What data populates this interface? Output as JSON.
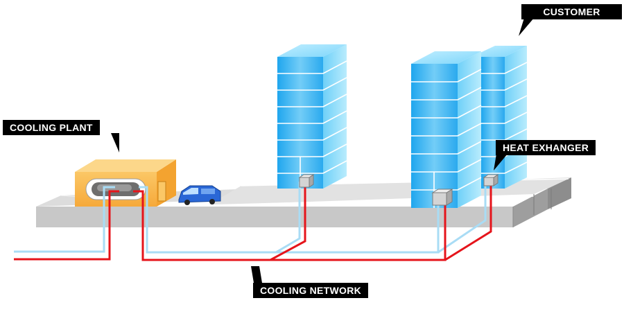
{
  "labels": {
    "cooling_plant": "COOLING PLANT",
    "customer": "CUSTOMER",
    "heat_exchanger": "HEAT EXHANGER",
    "cooling_network": "COOLING NETWORK"
  },
  "colors": {
    "supply_pipe": "#a9dcf5",
    "return_pipe": "#e5141b",
    "building_glass": "#3fb6ef",
    "plant_body": "#f9b94b",
    "ground": "#c9c9c9",
    "van": "#2a67d6",
    "label_bg": "#000000",
    "label_text": "#ffffff"
  },
  "icons": {
    "vehicle": "van-icon",
    "cooling_plant": "plant-building-icon",
    "towers": "tower-building-icon",
    "heat_exchanger": "heat-exchanger-box-icon"
  }
}
